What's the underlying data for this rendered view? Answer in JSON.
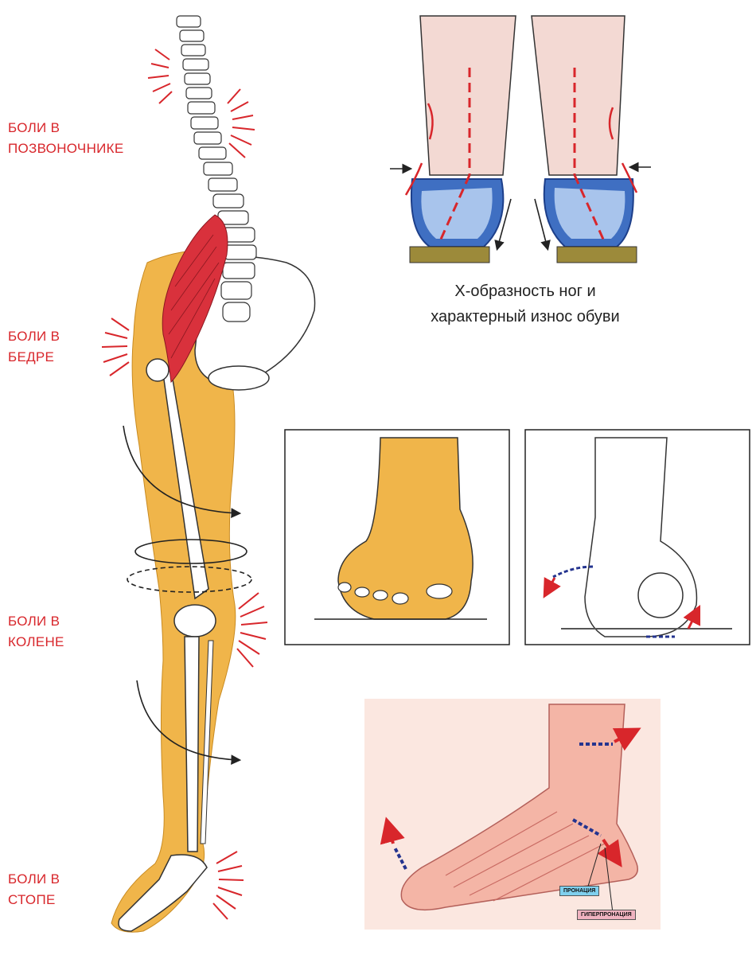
{
  "labels": {
    "spine": [
      "БОЛИ В",
      "ПОЗВОНОЧНИКЕ"
    ],
    "hip": [
      "БОЛИ В",
      "БЕДРЕ"
    ],
    "knee": [
      "БОЛИ В",
      "КОЛЕНЕ"
    ],
    "foot": [
      "БОЛИ В",
      "СТОПЕ"
    ]
  },
  "caption": [
    "Х-образность ног и",
    "характерный износ обуви"
  ],
  "foot_tags": {
    "pronation": "ПРОНАЦИЯ",
    "hyperpronation": "ГИПЕРПРОНАЦИЯ"
  },
  "colors": {
    "pain_text": "#d8262b",
    "leg_fill": "#f0b54a",
    "muscle": "#d9313c",
    "shoe": "#3f6fc2",
    "arrow_blue": "#24348f",
    "arrow_red": "#d8262b"
  }
}
